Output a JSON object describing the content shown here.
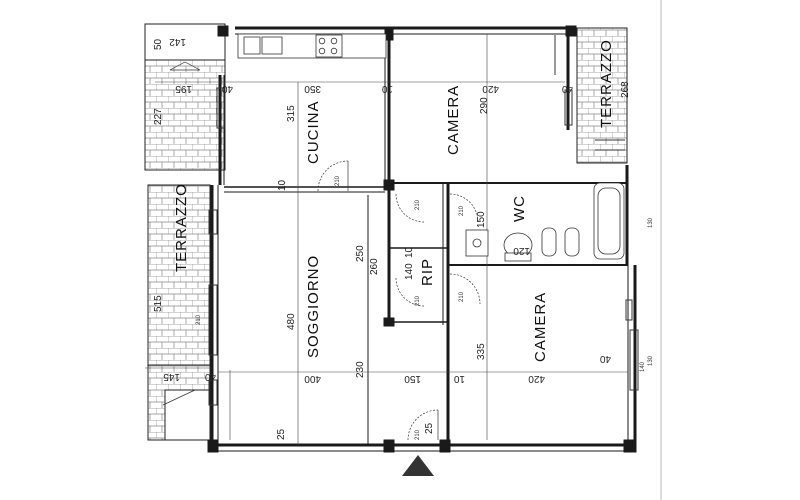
{
  "rooms": {
    "cucina": "CUCINA",
    "camera_top": "CAMERA",
    "camera_bottom": "CAMERA",
    "wc": "WC",
    "rip": "RIP",
    "soggiorno": "SOGGIORNO",
    "terrazzo_left": "TERRAZZO",
    "terrazzo_right": "TERRAZZO"
  },
  "dimensions": {
    "d50": "50",
    "d142": "142",
    "d195": "195",
    "d40_top": "40",
    "d227": "227",
    "d350": "350",
    "d315": "315",
    "d10_top": "10",
    "d420_top": "420",
    "d290": "290",
    "d40_right": "40",
    "d268": "268",
    "d10_mid": "10",
    "d150_wc": "150",
    "d120": "120",
    "d10_rip": "10",
    "d140": "140",
    "d260": "260",
    "d250": "250",
    "d480": "480",
    "d515": "515",
    "d145": "145",
    "d40_left": "40",
    "d400": "400",
    "d230": "230",
    "d150_bottom": "150",
    "d10_bottom": "10",
    "d420_bottom": "420",
    "d335": "335",
    "d40_bottom_right": "40",
    "d25_left": "25",
    "d25_door": "25"
  },
  "door_marks": {
    "m1": "210",
    "m2": "210",
    "m3": "210",
    "m4": "210",
    "m5": "210",
    "m6": "130",
    "m7": "130",
    "m8": "140",
    "m9": "210",
    "m10": "210"
  },
  "colors": {
    "wall": "#1a1a1a",
    "line": "#333333",
    "hatch": "#555555",
    "tile": "#888888",
    "page_edge": "#bbbbbb"
  }
}
